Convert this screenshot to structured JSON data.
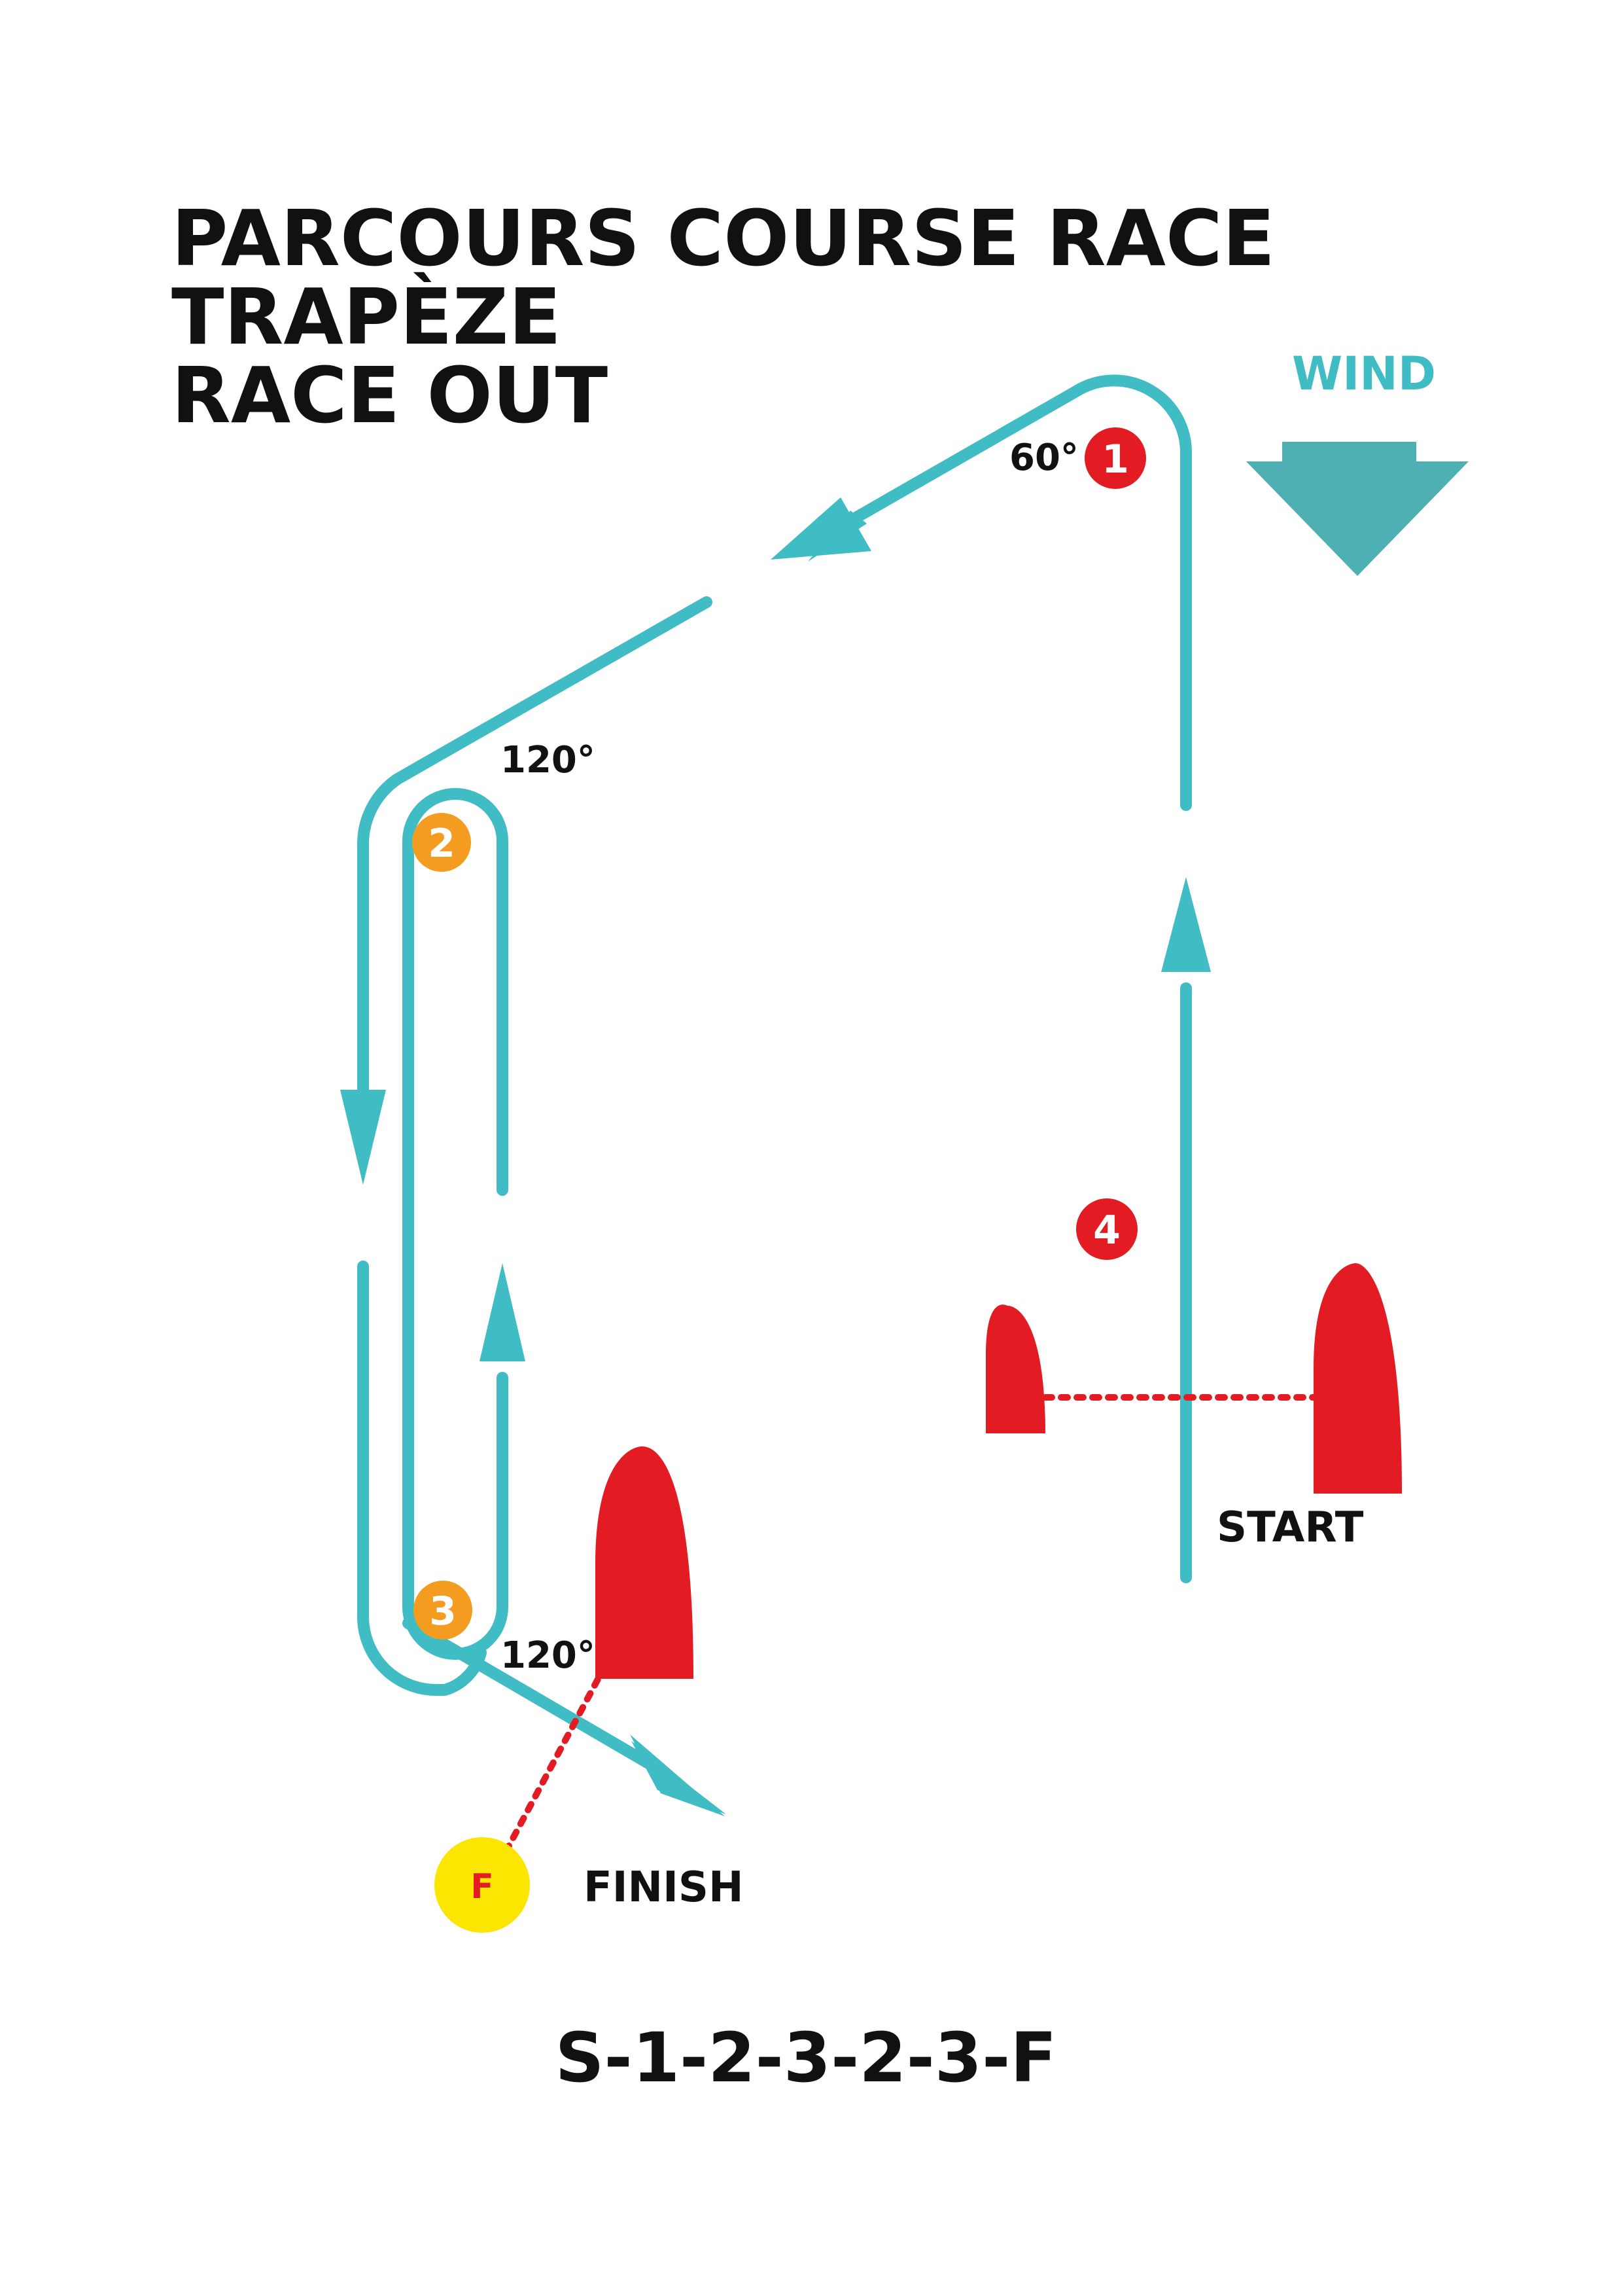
{
  "title": {
    "line1": "PARCOURS COURSE RACE",
    "line2": "TRAPÈZE",
    "line3": "RACE OUT"
  },
  "wind": {
    "label": "WIND",
    "color": "#4fb0b4"
  },
  "angles": {
    "mark1": "60°",
    "mark2": "120°",
    "mark3": "120°"
  },
  "marks": {
    "mark1": {
      "label": "1",
      "color": "#e31b23"
    },
    "mark2": {
      "label": "2",
      "color": "#f39c1f"
    },
    "mark3": {
      "label": "3",
      "color": "#f39c1f"
    },
    "mark4": {
      "label": "4",
      "color": "#e31b23"
    },
    "finish": {
      "label": "F",
      "color": "#fce500"
    }
  },
  "labels": {
    "start": "START",
    "finish": "FINISH"
  },
  "sequence": "S-1-2-3-2-3-F",
  "colors": {
    "course": "#3fbcc4",
    "buoy": "#e31b23",
    "line": "#e31b23"
  }
}
